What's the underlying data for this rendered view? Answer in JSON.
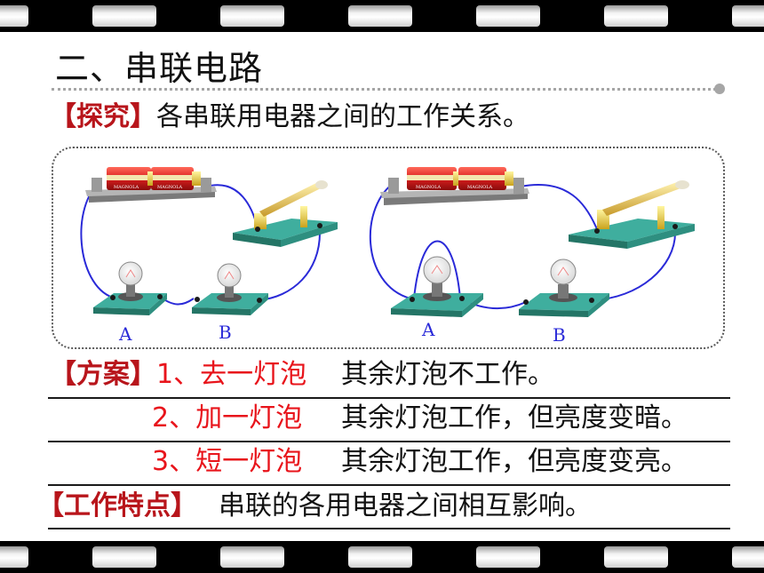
{
  "title": "二、串联电路",
  "explore": {
    "tag": "【探究】",
    "text": "各串联用电器之间的工作关系。"
  },
  "diagram": {
    "left": {
      "bulb_a": "A",
      "bulb_b": "B"
    },
    "right": {
      "bulb_a": "A",
      "bulb_b": "B"
    },
    "battery_brand": "MAGNOLA"
  },
  "plan": {
    "tag": "【方案】",
    "items": [
      {
        "action": "1、去一灯泡",
        "result": "其余灯泡不工作。"
      },
      {
        "action": "2、加一灯泡",
        "result": "其余灯泡工作，但亮度变暗。"
      },
      {
        "action": "3、短一灯泡",
        "result": "其余灯泡工作，但亮度变亮。"
      }
    ]
  },
  "feature": {
    "tag": "【工作特点】",
    "text": "串联的各用电器之间相互影响。"
  },
  "colors": {
    "tag_red": "#b8151b",
    "action_red": "#e8141b",
    "wire_blue": "#2a2ad8",
    "board_teal": "#3fae9e"
  }
}
